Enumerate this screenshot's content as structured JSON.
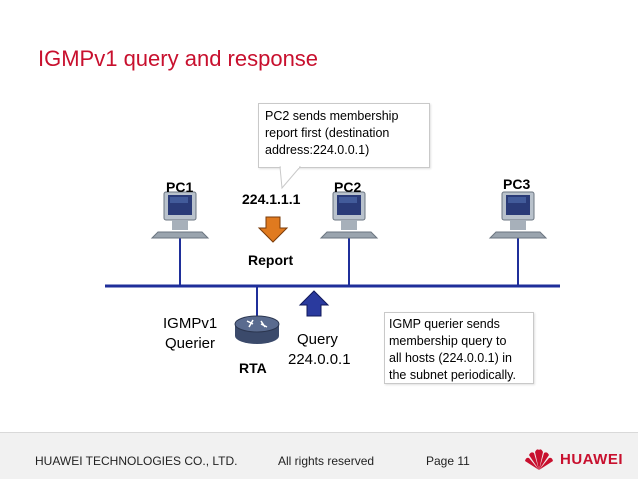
{
  "title": "IGMPv1 query and response",
  "callouts": {
    "pc2_report": [
      "PC2 sends membership",
      "report first (destination",
      "address:224.0.0.1)"
    ],
    "querier": [
      "IGMP querier sends",
      "membership query to",
      "all hosts (224.0.0.1) in",
      "the subnet periodically."
    ]
  },
  "hosts": {
    "pc1": "PC1",
    "pc2": "PC2",
    "pc3": "PC3"
  },
  "report": {
    "group": "224.1.1.1",
    "label": "Report"
  },
  "router": {
    "role_line1": "IGMPv1",
    "role_line2": "Querier",
    "name": "RTA"
  },
  "query": {
    "label": "Query",
    "address": "224.0.0.1"
  },
  "footer": {
    "company": "HUAWEI TECHNOLOGIES CO., LTD.",
    "rights": "All rights reserved",
    "page": "Page 11",
    "logo": "HUAWEI"
  },
  "colors": {
    "title": "#c8102e",
    "bus": "#1f2f9a",
    "report_arrow": "#e07a1f",
    "query_arrow": "#2a3a9e"
  }
}
